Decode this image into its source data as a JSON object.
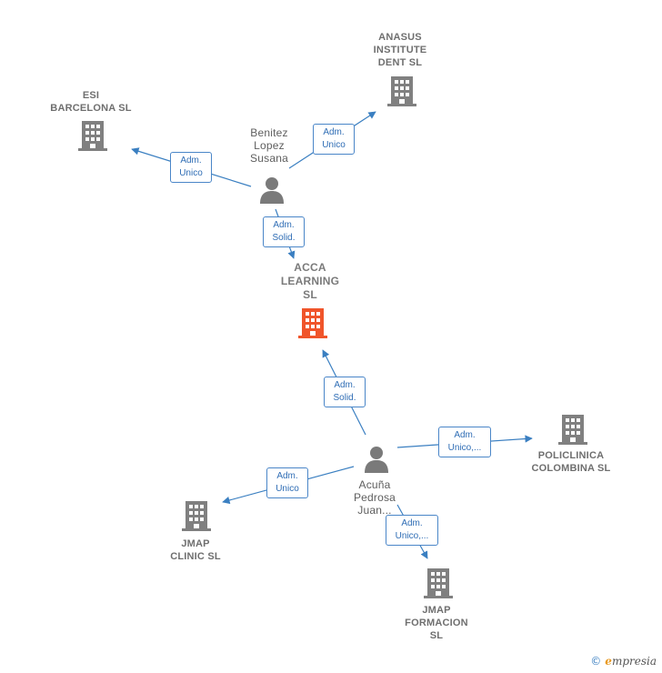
{
  "colors": {
    "edge": "#3a7fc1",
    "company": "#808080",
    "main_company": "#f0552b",
    "person": "#7a7a7a"
  },
  "nodes": {
    "anasus": {
      "label": "ANASUS\nINSTITUTE\nDENT  SL",
      "icon": "building-icon"
    },
    "esi": {
      "label": "ESI\nBARCELONA SL",
      "icon": "building-icon"
    },
    "benitez": {
      "label": "Benitez\nLopez\nSusana",
      "icon": "person-icon"
    },
    "acca": {
      "label": "ACCA\nLEARNING\nSL",
      "icon": "building-icon"
    },
    "acuna": {
      "label": "Acuña\nPedrosa\nJuan...",
      "icon": "person-icon"
    },
    "policlinica": {
      "label": "POLICLINICA\nCOLOMBINA SL",
      "icon": "building-icon"
    },
    "jmap_clinic": {
      "label": "JMAP\nCLINIC  SL",
      "icon": "building-icon"
    },
    "jmap_formacion": {
      "label": "JMAP\nFORMACION\nSL",
      "icon": "building-icon"
    }
  },
  "edges": {
    "benitez_anasus": "Adm.\nUnico",
    "benitez_esi": "Adm.\nUnico",
    "benitez_acca": "Adm.\nSolid.",
    "acuna_acca": "Adm.\nSolid.",
    "acuna_policlinica": "Adm.\nUnico,...",
    "acuna_jmap_clinic": "Adm.\nUnico",
    "acuna_jmap_formacion": "Adm.\nUnico,..."
  },
  "footer": {
    "copyright": "©",
    "brand_initial": "e",
    "brand_rest": "mpresia"
  }
}
